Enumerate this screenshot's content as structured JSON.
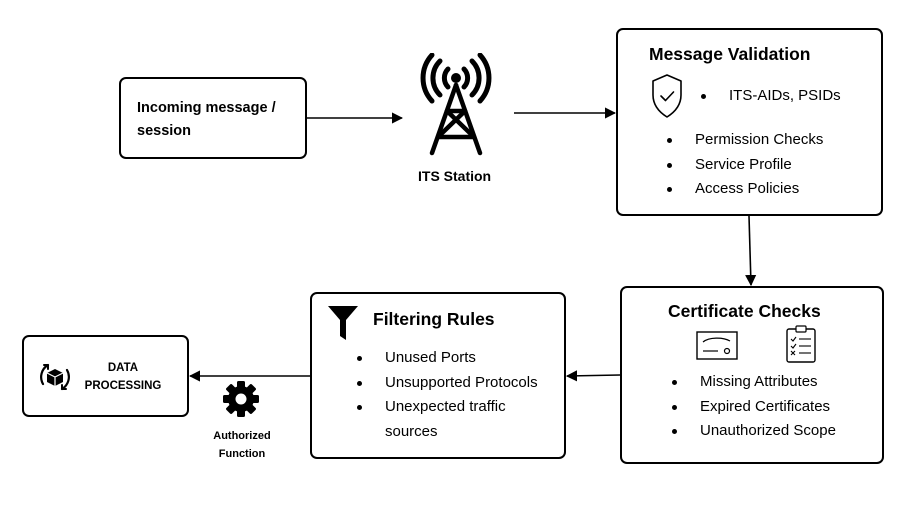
{
  "incoming": {
    "text": "Incoming message / session"
  },
  "its_station": {
    "label": "ITS Station"
  },
  "validation": {
    "title": "Message Validation",
    "shield_item": "ITS-AIDs, PSIDs",
    "items": [
      "Permission Checks",
      "Service Profile",
      "Access Policies"
    ]
  },
  "certificate": {
    "title": "Certificate Checks",
    "items": [
      "Missing Attributes",
      "Expired Certificates",
      "Unauthorized Scope"
    ]
  },
  "filtering": {
    "title": "Filtering Rules",
    "items": [
      "Unused Ports",
      "Unsupported Protocols",
      "Unexpected traffic sources"
    ]
  },
  "data_processing": {
    "text": "DATA PROCESSING"
  },
  "authorized": {
    "text": "Authorized Function"
  },
  "icons": {
    "tower": "radio-tower-icon",
    "shield": "shield-check-icon",
    "certificate": "certificate-icon",
    "checklist": "checklist-icon",
    "funnel": "funnel-icon",
    "gear": "gear-icon",
    "processing": "box-cycle-icon"
  }
}
